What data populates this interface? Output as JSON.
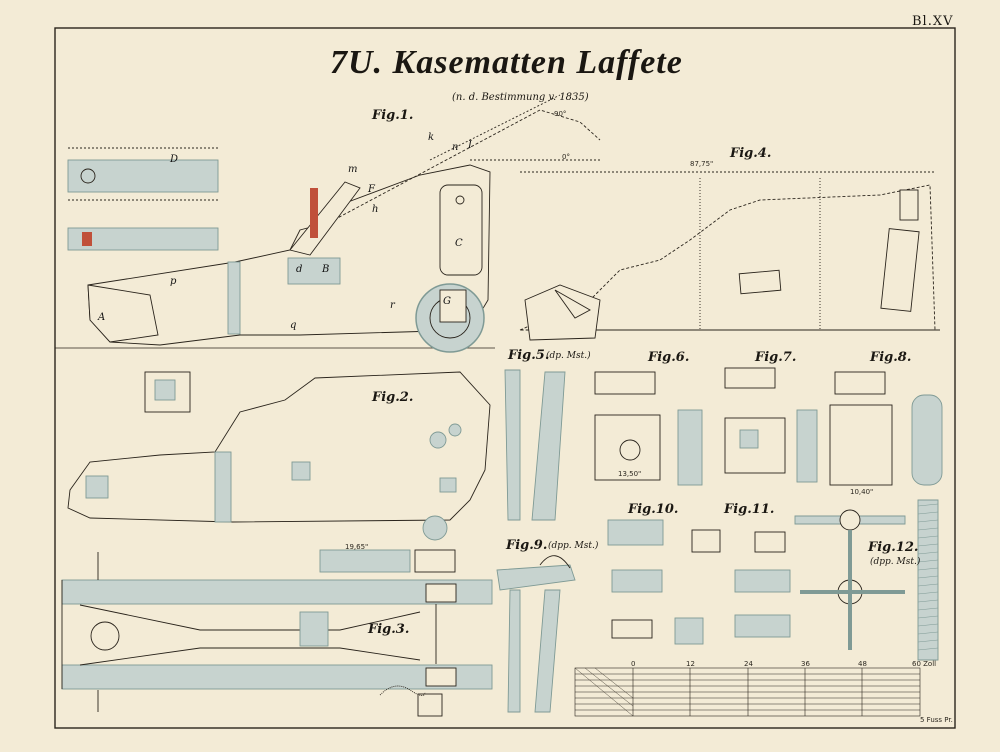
{
  "plate": {
    "number": "Bl.XV",
    "title": "7U. Kasematten Laffete",
    "subtitle": "(n. d. Bestimmung v. 1835)"
  },
  "figures": {
    "fig1": {
      "label": "Fig.1."
    },
    "fig2": {
      "label": "Fig.2."
    },
    "fig3": {
      "label": "Fig.3."
    },
    "fig4": {
      "label": "Fig.4."
    },
    "fig5": {
      "label": "Fig.5.",
      "note": "(dp. Mst.)"
    },
    "fig6": {
      "label": "Fig.6."
    },
    "fig7": {
      "label": "Fig.7."
    },
    "fig8": {
      "label": "Fig.8."
    },
    "fig9": {
      "label": "Fig.9.",
      "note": "(dpp. Mst.)"
    },
    "fig10": {
      "label": "Fig.10."
    },
    "fig11": {
      "label": "Fig.11."
    },
    "fig12": {
      "label": "Fig.12.",
      "note": "(dpp. Mst.)"
    }
  },
  "annotations": {
    "angle_90": "90°",
    "angle_0": "0°",
    "dim_87_75": "87,75\"",
    "dim_13_50": "13,50\"",
    "dim_19_65": "19,65\"",
    "dim_10_40": "10,40\""
  },
  "parts": {
    "A": "A",
    "B": "B",
    "C": "C",
    "D": "D",
    "F": "F",
    "G": "G",
    "I": "I",
    "k": "k",
    "m": "m",
    "n": "n",
    "p": "p",
    "r": "r",
    "q": "q",
    "d": "d",
    "h": "h"
  },
  "scale": {
    "ticks": [
      "0",
      "12",
      "24",
      "36",
      "48"
    ],
    "unit": "60 Zoll",
    "footer": "5 Fuss Pr."
  },
  "colors": {
    "paper": "#f3ebd6",
    "ink": "#2a241c",
    "blue_wash": "#c7d3cf",
    "blue_line": "#7f9a95",
    "red_accent": "#c0503a"
  }
}
